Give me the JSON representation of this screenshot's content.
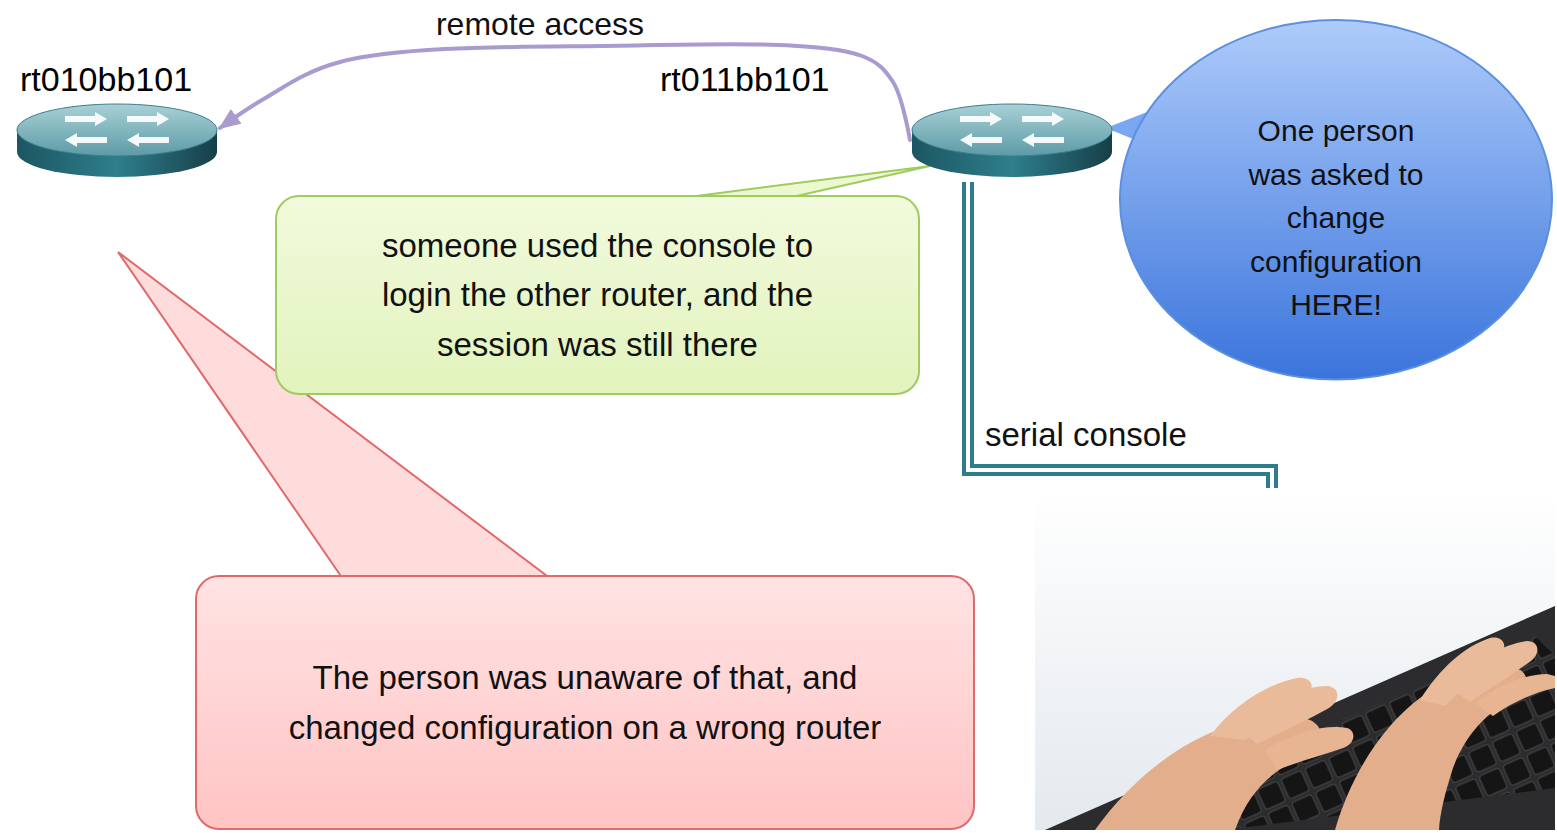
{
  "diagram": {
    "nodes": [
      {
        "text": [
          "rt010bb101"
        ]
      },
      {
        "text": [
          "rt011bb101"
        ]
      },
      {
        "text": [
          "One person was asked to change configuration HERE!"
        ]
      },
      {
        "text": [
          "someone used the console to login the other router, and the session was still there"
        ]
      },
      {
        "text": [
          "The person was unaware of that, and changed configuration on a wrong router"
        ]
      }
    ],
    "edges": [
      {
        "from": 1,
        "to": 0,
        "label": "remote access",
        "arrow": "to"
      }
    ],
    "labels": [
      "serial console"
    ]
  }
}
